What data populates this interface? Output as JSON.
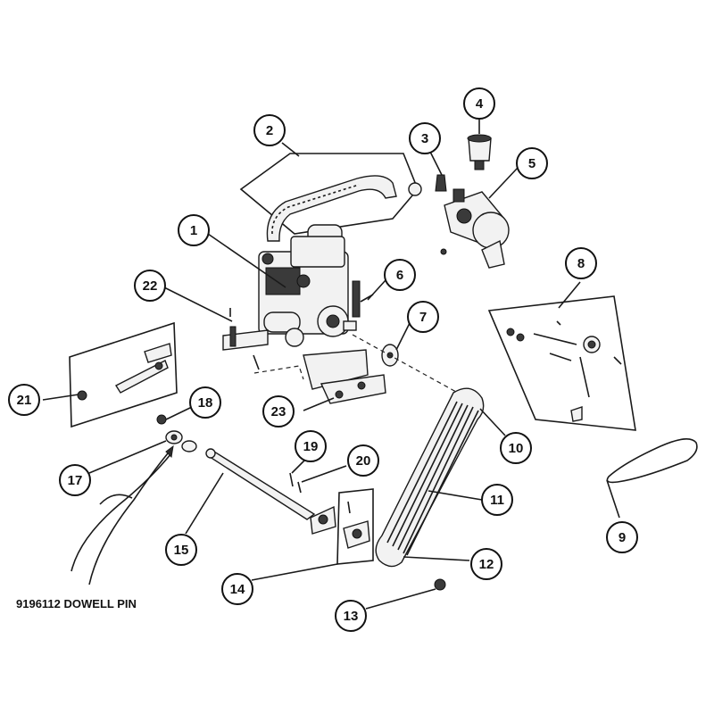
{
  "callouts": [
    {
      "label": "1"
    },
    {
      "label": "2"
    },
    {
      "label": "3"
    },
    {
      "label": "4"
    },
    {
      "label": "5"
    },
    {
      "label": "6"
    },
    {
      "label": "7"
    },
    {
      "label": "8"
    },
    {
      "label": "9"
    },
    {
      "label": "10"
    },
    {
      "label": "11"
    },
    {
      "label": "12"
    },
    {
      "label": "13"
    },
    {
      "label": "14"
    },
    {
      "label": "15"
    },
    {
      "label": "17"
    },
    {
      "label": "18"
    },
    {
      "label": "19"
    },
    {
      "label": "20"
    },
    {
      "label": "21"
    },
    {
      "label": "22"
    },
    {
      "label": "23"
    }
  ],
  "note": {
    "text": "9196112  DOWELL PIN"
  }
}
